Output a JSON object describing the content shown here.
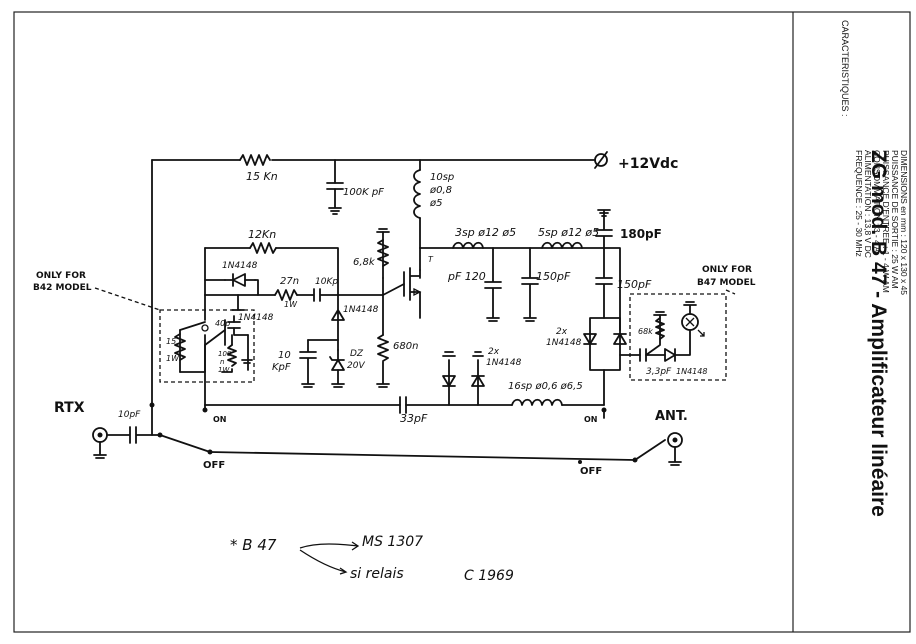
{
  "title_block": {
    "characteristics_header": "CARACTERISTIQUES :",
    "model_title": "ZG mod. B 47 - Amplificateur linéaire",
    "lines": [
      "FREQUENCE : 25 - 30 MHz",
      "ALIMENTATION : 13,8 V DC",
      "CONSOMMATION : 3 - 4 A",
      "PUISSANCE D'ENTREE : 1 - 4 W AM",
      "PUISSANCE DE SORTIE : 25 W AM",
      "DIMENSIONS en mm : 120 x 130 x 45"
    ]
  },
  "labels": {
    "supply": "+12Vdc",
    "r_15k": "15 Kn",
    "c_100k": "100K pF",
    "l_10sp": "10sp",
    "l_dia1": "ø0,8",
    "l_dia2": "ø5",
    "r_12k": "12Kn",
    "d1": "1N4148",
    "r_27": "27n",
    "r_27w": "1W",
    "c_10k": "10Kp",
    "d2": "1N4148",
    "r_68": "6,8k",
    "d3": "1N4148",
    "zener": "DZ",
    "zener_v": "20V",
    "c_10kpf_a": "10",
    "c_10kpf_b": "KpF",
    "r_680": "680n",
    "l_3sp": "3sp ø12 ø5",
    "l_5sp": "5sp ø12 ø5",
    "c_120": "pF 120",
    "c_150a": "150pF",
    "c_180": "180pF",
    "c_150b": "150pF",
    "d_2x": "2x",
    "d_2x_type": "1N4148",
    "d_2x_b": "2x",
    "d_2x_b_type": "1N4148",
    "l_16sp": "16sp ø0,6 ø6,5",
    "c_33": "33pF",
    "c_10p": "10pF",
    "rtx": "RTX",
    "ant": "ANT.",
    "off_left": "OFF",
    "off_right": "OFF",
    "on_left": "ON",
    "on_right": "ON",
    "only_b42_1": "ONLY FOR",
    "only_b42_2": "B42 MODEL",
    "only_b47_1": "ONLY FOR",
    "only_b47_2": "B47 MODEL",
    "r_15": "15",
    "r_1w": "1W",
    "c_40p": "40p",
    "r_100": "100",
    "r_100_b": "n",
    "r_100_c": "1W",
    "r_68k_right": "68k",
    "c_33p_right": "3,3pF",
    "d_right": "1N4148",
    "t1": "T",
    "note_b47": "* B 47",
    "note_ms": "MS 1307",
    "note_relais": "si relais",
    "note_c": "C 1969"
  }
}
